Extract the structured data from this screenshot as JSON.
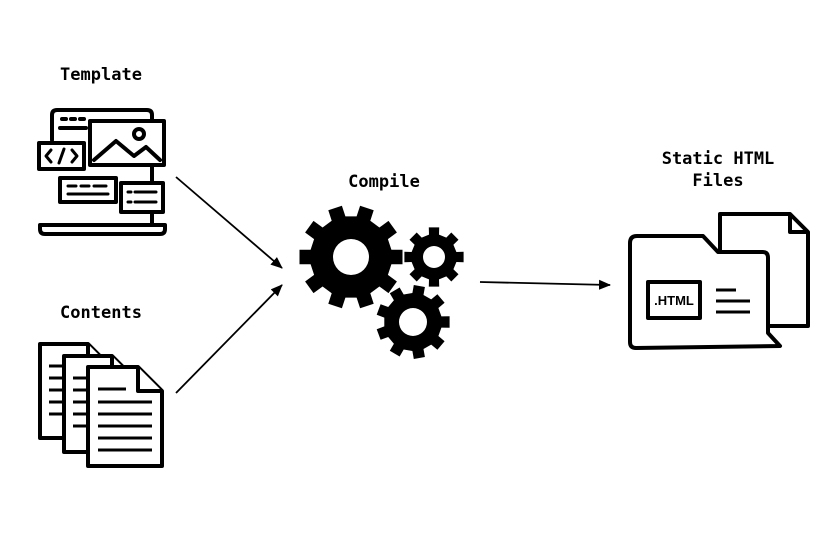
{
  "diagram": {
    "nodes": {
      "template": {
        "label": "Template",
        "icon": "laptop-template-icon"
      },
      "contents": {
        "label": "Contents",
        "icon": "documents-stack-icon"
      },
      "compile": {
        "label": "Compile",
        "icon": "gears-icon"
      },
      "output": {
        "label_line1": "Static HTML",
        "label_line2": "Files",
        "icon": "html-folder-icon",
        "badge": ".HTML"
      }
    },
    "edges": [
      {
        "from": "template",
        "to": "compile"
      },
      {
        "from": "contents",
        "to": "compile"
      },
      {
        "from": "compile",
        "to": "output"
      }
    ],
    "colors": {
      "ink": "#000000",
      "background": "#ffffff"
    }
  }
}
